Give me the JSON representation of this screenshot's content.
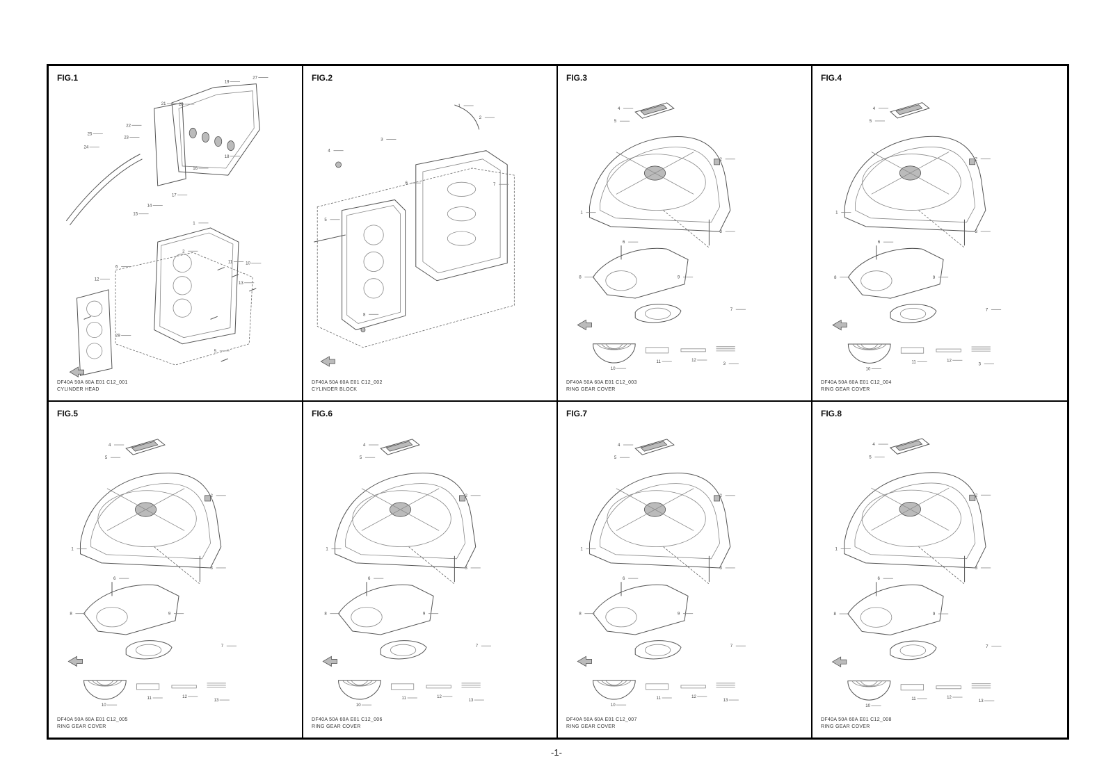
{
  "page_number": "-1-",
  "figures": [
    {
      "label": "FIG.1",
      "code": "DF40A 50A 60A E01 C12_001",
      "title": "CYLINDER HEAD",
      "callouts": [
        "27",
        "19",
        "20",
        "21",
        "22",
        "23",
        "25",
        "24",
        "18",
        "17",
        "14",
        "15",
        "1",
        "2",
        "11",
        "12",
        "13",
        "29",
        "5",
        "6",
        "10",
        "16"
      ]
    },
    {
      "label": "FIG.2",
      "code": "DF40A 50A 60A E01 C12_002",
      "title": "CYLINDER BLOCK",
      "callouts": [
        "1",
        "2",
        "3",
        "4",
        "5",
        "6",
        "7",
        "8"
      ]
    },
    {
      "label": "FIG.3",
      "code": "DF40A 50A 60A E01 C12_003",
      "title": "RING GEAR COVER",
      "callouts": [
        "4",
        "5",
        "1",
        "2",
        "3",
        "6",
        "8",
        "9",
        "7",
        "10",
        "11",
        "12",
        "3"
      ]
    },
    {
      "label": "FIG.4",
      "code": "DF40A 50A 60A E01 C12_004",
      "title": "RING GEAR COVER",
      "callouts": [
        "4",
        "5",
        "1",
        "2",
        "3",
        "6",
        "8",
        "9",
        "7",
        "10",
        "11",
        "12",
        "3"
      ]
    },
    {
      "label": "FIG.5",
      "code": "DF40A 50A 60A E01 C12_005",
      "title": "RING GEAR COVER",
      "callouts": [
        "4",
        "5",
        "1",
        "2",
        "3",
        "6",
        "8",
        "9",
        "7",
        "10",
        "11",
        "12",
        "13"
      ]
    },
    {
      "label": "FIG.6",
      "code": "DF40A 50A 60A E01 C12_006",
      "title": "RING GEAR COVER",
      "callouts": [
        "4",
        "5",
        "1",
        "2",
        "3",
        "6",
        "8",
        "9",
        "7",
        "10",
        "11",
        "12",
        "13"
      ]
    },
    {
      "label": "FIG.7",
      "code": "DF40A 50A 60A E01 C12_007",
      "title": "RING GEAR COVER",
      "callouts": [
        "4",
        "5",
        "1",
        "2",
        "3",
        "6",
        "8",
        "9",
        "7",
        "10",
        "11",
        "12",
        "13"
      ]
    },
    {
      "label": "FIG.8",
      "code": "DF40A 50A 60A E01 C12_008",
      "title": "RING GEAR COVER",
      "callouts": [
        "4",
        "5",
        "1",
        "2",
        "3",
        "6",
        "8",
        "9",
        "7",
        "10",
        "11",
        "12",
        "13"
      ]
    }
  ]
}
